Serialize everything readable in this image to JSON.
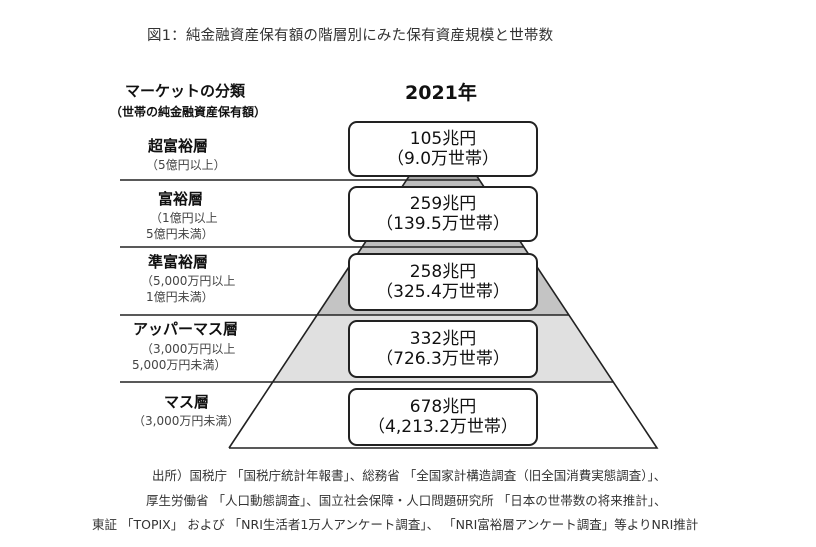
{
  "title": "図1：純金融資産保有額の階層別にみた保有資産規模と世帯数",
  "header": {
    "column_label": "マーケットの分類",
    "column_sublabel": "（世帯の純金融資産保有額）",
    "year": "2021年"
  },
  "tiers": [
    {
      "name": "超富裕層",
      "range_line1": "（5億円以上）",
      "range_line2": "",
      "assets": "105兆円",
      "households": "（9.0万世帯）",
      "fill": "#a9a9a9"
    },
    {
      "name": "富裕層",
      "range_line1": "（1億円以上",
      "range_line2": "5億円未満）",
      "assets": "259兆円",
      "households": "（139.5万世帯）",
      "fill": "#bdbdbd"
    },
    {
      "name": "準富裕層",
      "range_line1": "（5,000万円以上",
      "range_line2": "1億円未満）",
      "assets": "258兆円",
      "households": "（325.4万世帯）",
      "fill": "#c4c4c4"
    },
    {
      "name": "アッパーマス層",
      "range_line1": "（3,000万円以上",
      "range_line2": "5,000万円未満）",
      "assets": "332兆円",
      "households": "（726.3万世帯）",
      "fill": "#e0e0e0"
    },
    {
      "name": "マス層",
      "range_line1": "（3,000万円未満）",
      "range_line2": "",
      "assets": "678兆円",
      "households": "（4,213.2万世帯）",
      "fill": "#ffffff"
    }
  ],
  "source": {
    "line1": "出所）国税庁 「国税庁統計年報書」、総務省 「全国家計構造調査（旧全国消費実態調査）」、",
    "line2": "厚生労働省 「人口動態調査」、国立社会保障・人口問題研究所 「日本の世帯数の将来推計」、",
    "line3": "東証 「TOPIX」 および 「NRI生活者1万人アンケート調査」、 「NRI富裕層アンケート調査」等よりNRI推計"
  }
}
